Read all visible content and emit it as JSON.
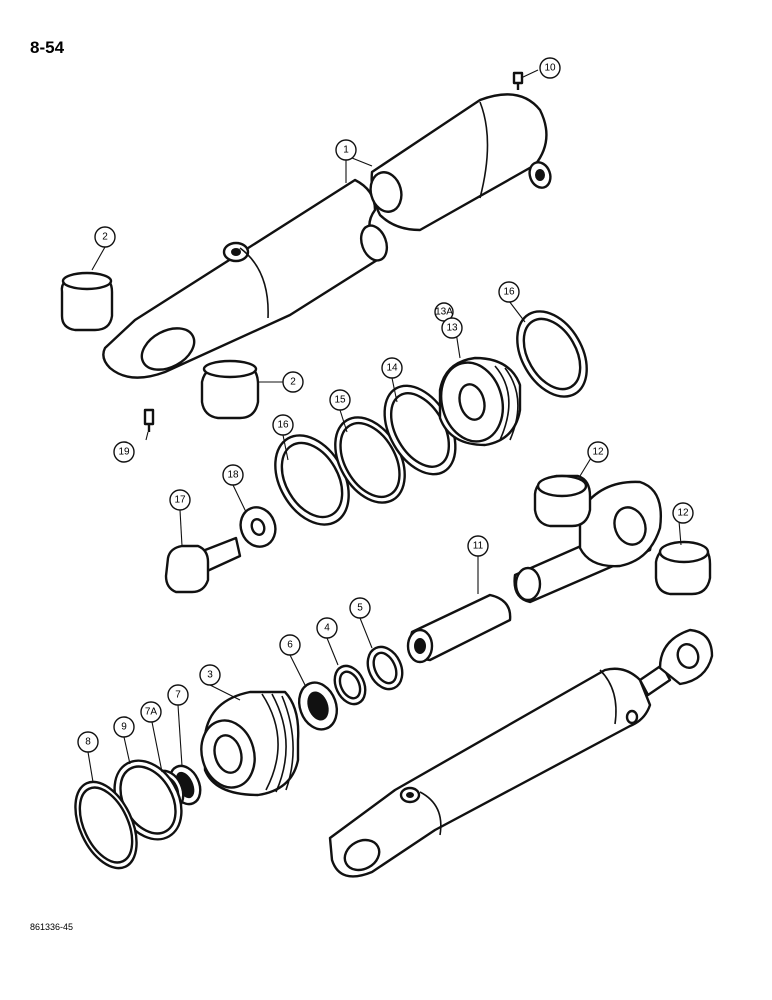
{
  "page": {
    "number": "8-54",
    "figure_code": "861336-45"
  },
  "callouts": {
    "c1": "1",
    "c2a": "2",
    "c2b": "2",
    "c3": "3",
    "c4": "4",
    "c5": "5",
    "c6": "6",
    "c7": "7",
    "c7a": "7A",
    "c8": "8",
    "c9": "9",
    "c10": "10",
    "c11": "11",
    "c12a": "12",
    "c12b": "12",
    "c13": "13",
    "c13a": "13A",
    "c14": "14",
    "c15": "15",
    "c16a": "16",
    "c16b": "16",
    "c17": "17",
    "c18": "18",
    "c19": "19"
  }
}
